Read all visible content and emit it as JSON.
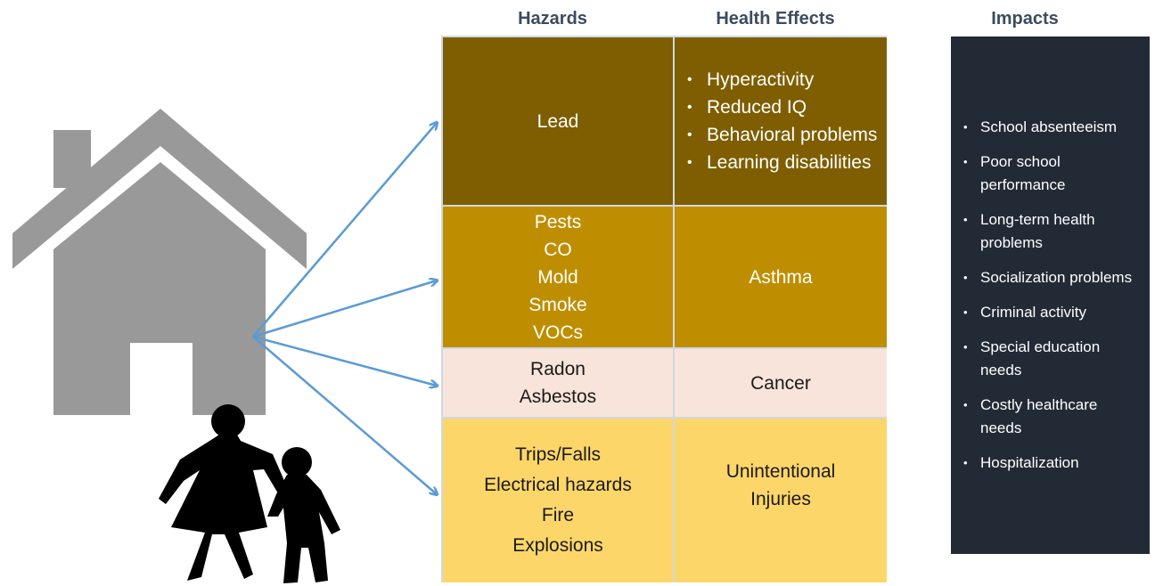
{
  "headers": {
    "hazards": "Hazards",
    "health_effects": "Health Effects",
    "impacts": "Impacts"
  },
  "rows": [
    {
      "hazards": [
        "Lead"
      ],
      "effects_bulleted": true,
      "effects": [
        "Hyperactivity",
        "Reduced IQ",
        "Behavioral problems",
        "Learning disabilities"
      ],
      "bg_color": "#7e5e00"
    },
    {
      "hazards": [
        "Pests",
        "CO",
        "Mold",
        "Smoke",
        "VOCs"
      ],
      "effects": [
        "Asthma"
      ],
      "bg_color": "#bf8e00"
    },
    {
      "hazards": [
        "Radon",
        "Asbestos"
      ],
      "effects": [
        "Cancer"
      ],
      "bg_color": "#f8e4da"
    },
    {
      "hazards": [
        "Trips/Falls",
        "Electrical hazards",
        "Fire",
        "Explosions"
      ],
      "effects": [
        "Unintentional",
        "Injuries"
      ],
      "bg_color": "#fdd66a"
    }
  ],
  "impacts": [
    "School absenteeism",
    "Poor school performance",
    "Long-term health problems",
    "Socialization problems",
    "Criminal activity",
    "Special education needs",
    "Costly healthcare needs",
    "Hospitalization"
  ],
  "colors": {
    "header_text": "#3d4b5e",
    "house": "#999999",
    "arrow": "#5b9bd5",
    "impacts_bg": "#222a35",
    "children": "#000000"
  },
  "icons": [
    "house-icon",
    "children-silhouette-icon"
  ]
}
